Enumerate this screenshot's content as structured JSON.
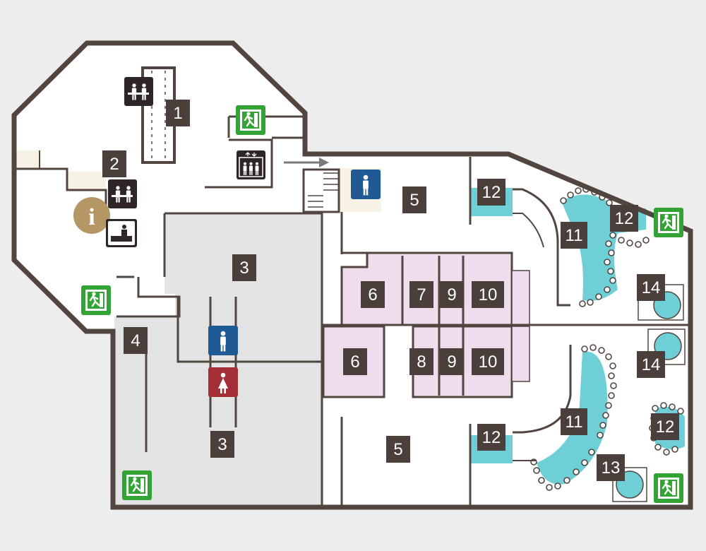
{
  "colors": {
    "background": "#ededed",
    "wall": "#524540",
    "floor_white": "#ffffff",
    "floor_gray": "#e3e3e3",
    "floor_beige": "#f6f3e6",
    "floor_pink": "#eedeed",
    "water": "#6fcfd6",
    "label_bg": "#4a3f3b",
    "exit_green": "#33a336",
    "restroom_blue": "#1f5a95",
    "restroom_red": "#a32e36",
    "info_gold": "#b49765",
    "icon_dark": "#2e2626"
  },
  "zones": {
    "z1": "1",
    "z2": "2",
    "z3a": "3",
    "z3b": "3",
    "z4": "4",
    "z5a": "5",
    "z5b": "5",
    "z6a": "6",
    "z6b": "6",
    "z7": "7",
    "z8": "8",
    "z9a": "9",
    "z9b": "9",
    "z10a": "10",
    "z10b": "10",
    "z11a": "11",
    "z11b": "11",
    "z12a": "12",
    "z12b": "12",
    "z12c": "12",
    "z12d": "12",
    "z13": "13",
    "z14a": "14",
    "z14b": "14"
  },
  "icons": {
    "info": "i",
    "reception": "reception-desk-icon",
    "concierge": "concierge-icon",
    "front_desk": "front-desk-icon",
    "elevator": "elevator-icon",
    "restroom_men": "mens-restroom-icon",
    "restroom_women": "womens-restroom-icon",
    "emergency_exit": "emergency-exit-icon",
    "stairs": "stairs-icon",
    "direction": "arrow-right-icon"
  }
}
